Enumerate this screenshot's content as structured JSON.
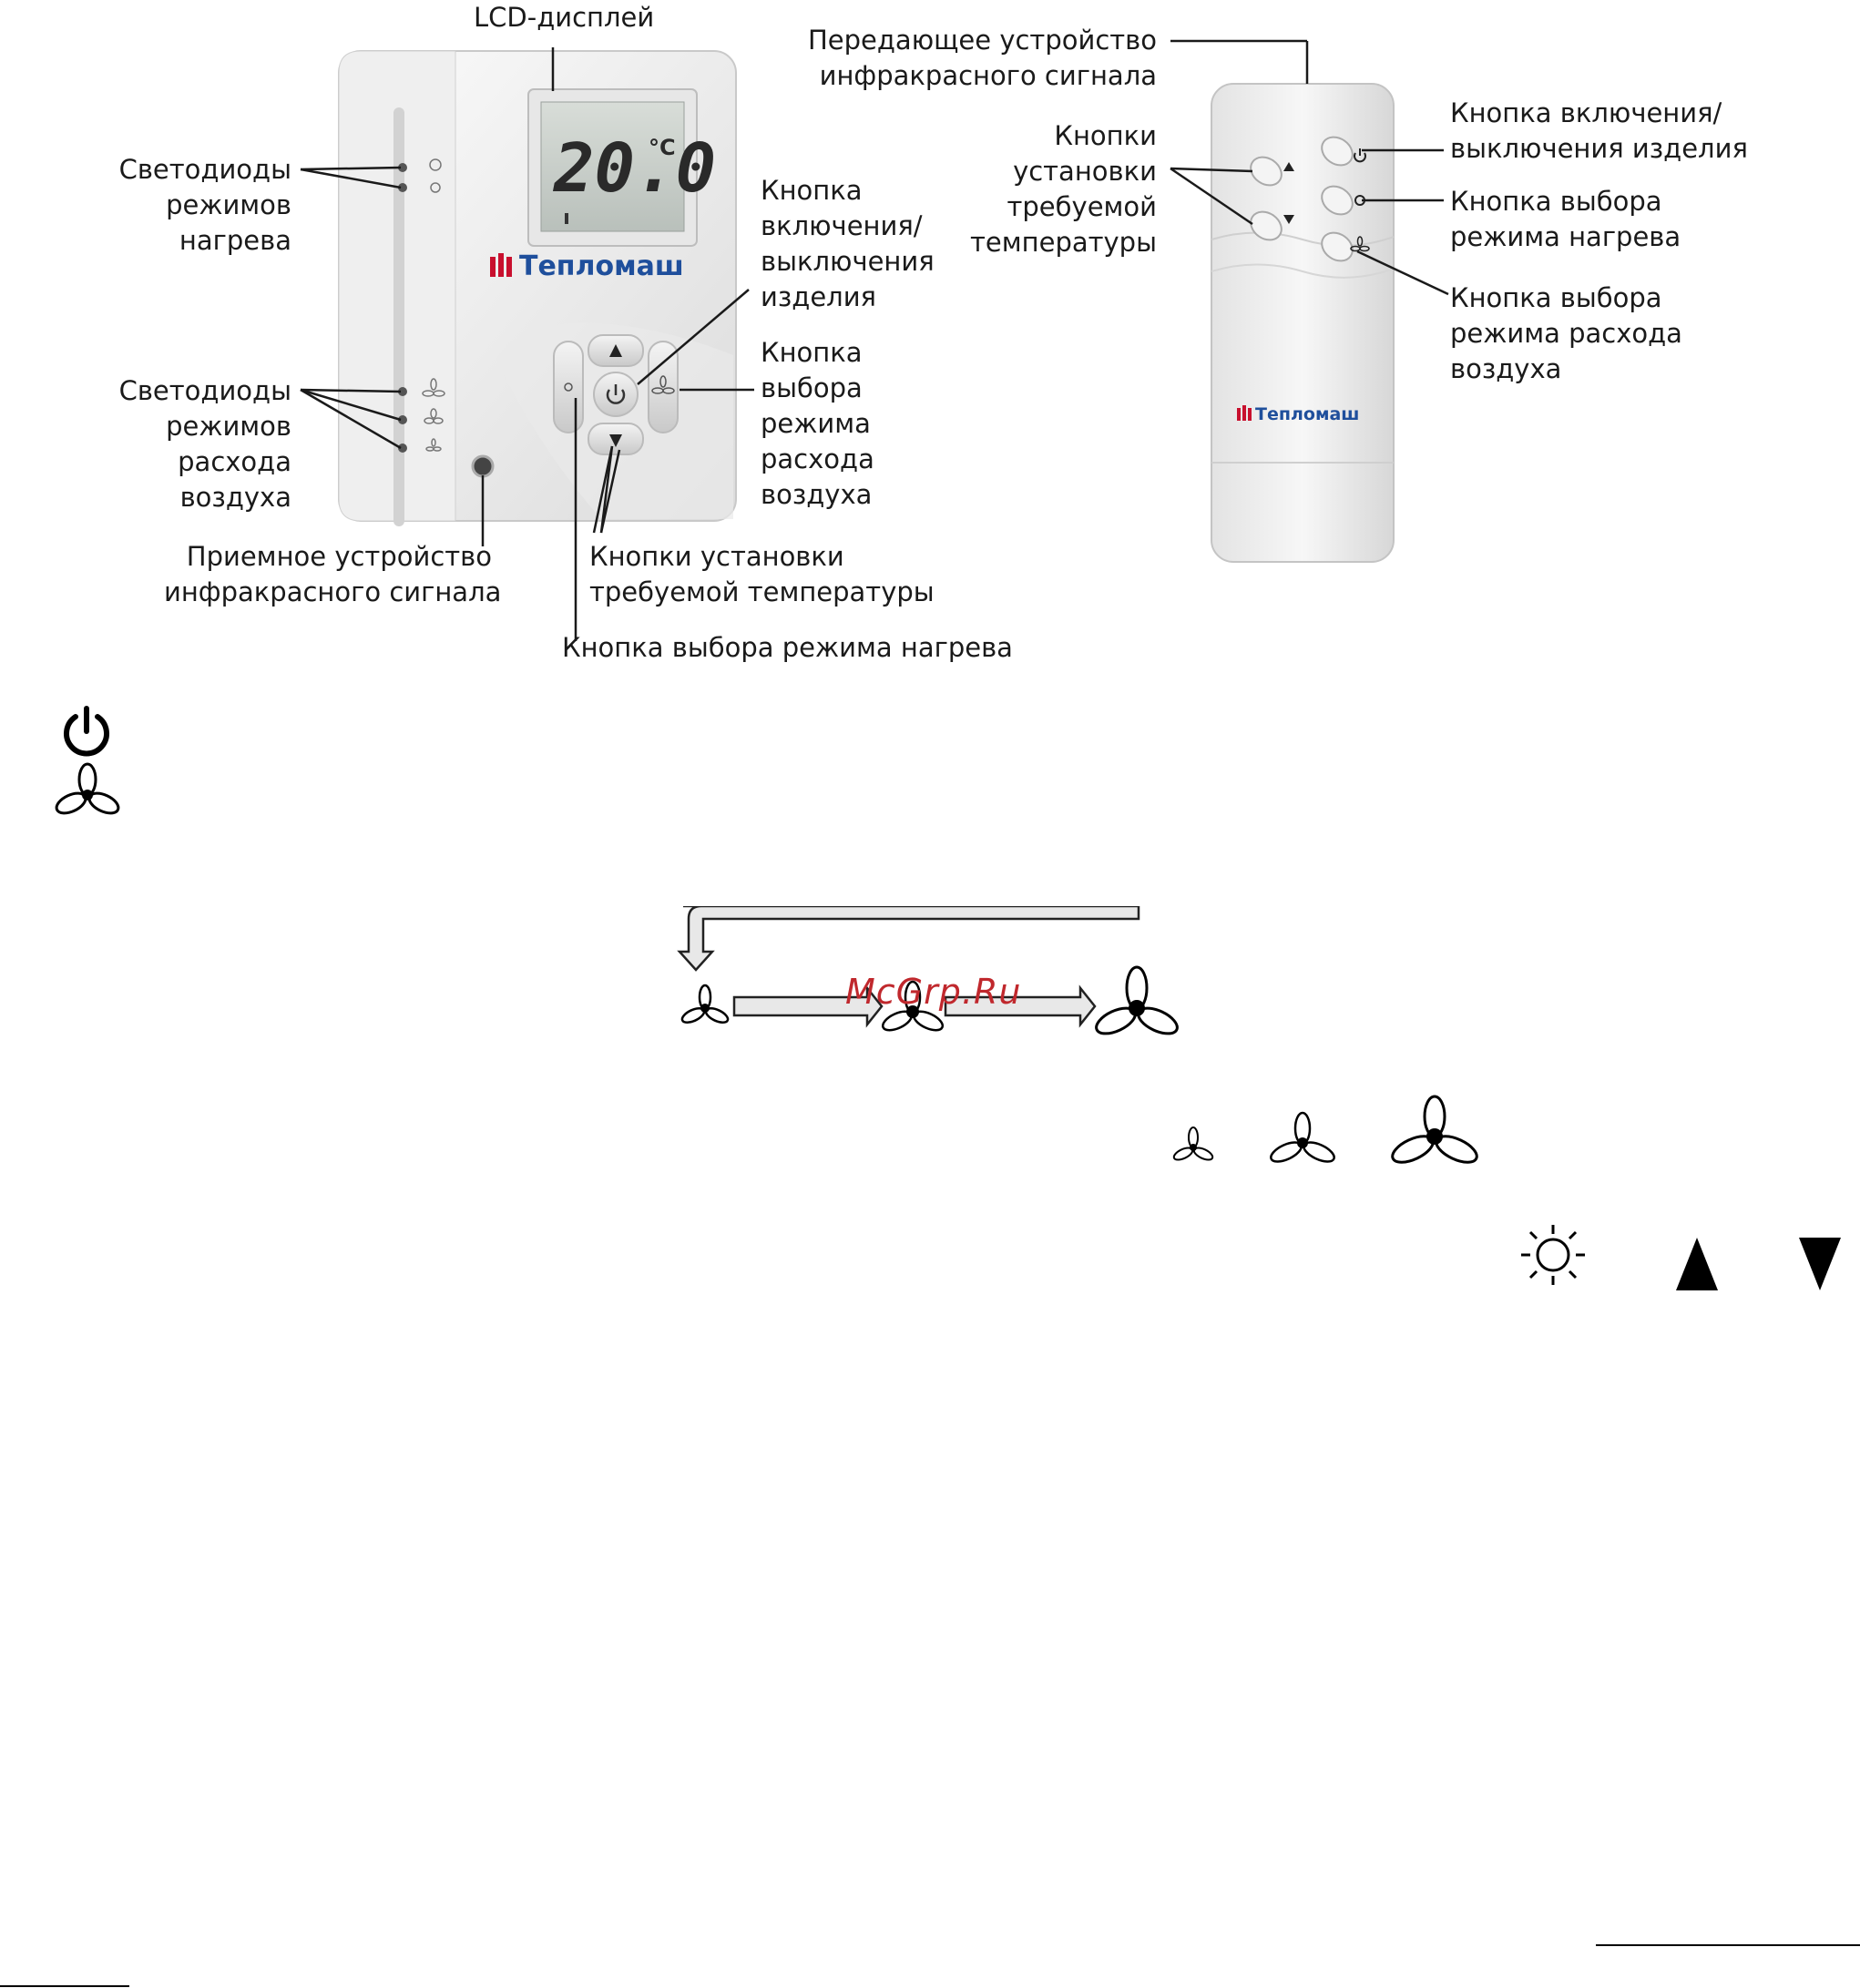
{
  "thermostat": {
    "lcd_label": "LCD-дисплей",
    "lcd_value": "20.0",
    "lcd_unit": "°C",
    "brand": "Тепломаш",
    "heat_leds_label": [
      "Светодиоды",
      "режимов",
      "нагрева"
    ],
    "air_leds_label": [
      "Светодиоды",
      "режимов",
      "расхода",
      "воздуха"
    ],
    "power_label": [
      "Кнопка",
      "включения/",
      "выключения",
      "изделия"
    ],
    "air_button_label": [
      "Кнопка",
      "выбора",
      "режима",
      "расхода",
      "воздуха"
    ],
    "receiver_label": [
      "Приемное устройство",
      "инфракрасного сигнала"
    ],
    "temp_buttons_label": [
      "Кнопки установки",
      "требуемой температуры"
    ],
    "heat_button_label": "Кнопка выбора режима нагрева"
  },
  "remote": {
    "transmitter_label": [
      "Передающее устройство",
      "инфракрасного сигнала"
    ],
    "temp_buttons_label": [
      "Кнопки",
      "установки",
      "требуемой",
      "температуры"
    ],
    "power_label": [
      "Кнопка включения/",
      "выключения изделия"
    ],
    "heat_button_label": [
      "Кнопка выбора",
      "режима нагрева"
    ],
    "air_button_label": [
      "Кнопка выбора",
      "режима расхода",
      "воздуха"
    ],
    "brand": "Тепломаш"
  },
  "watermark": "McGrp.Ru",
  "icons": [
    "power-icon",
    "fan-icon",
    "sun-icon",
    "triangle-up-icon",
    "triangle-down-icon"
  ],
  "colors": {
    "brand_blue": "#1f4f9c",
    "brand_red": "#c8102e",
    "watermark_red": "#c0282d"
  }
}
